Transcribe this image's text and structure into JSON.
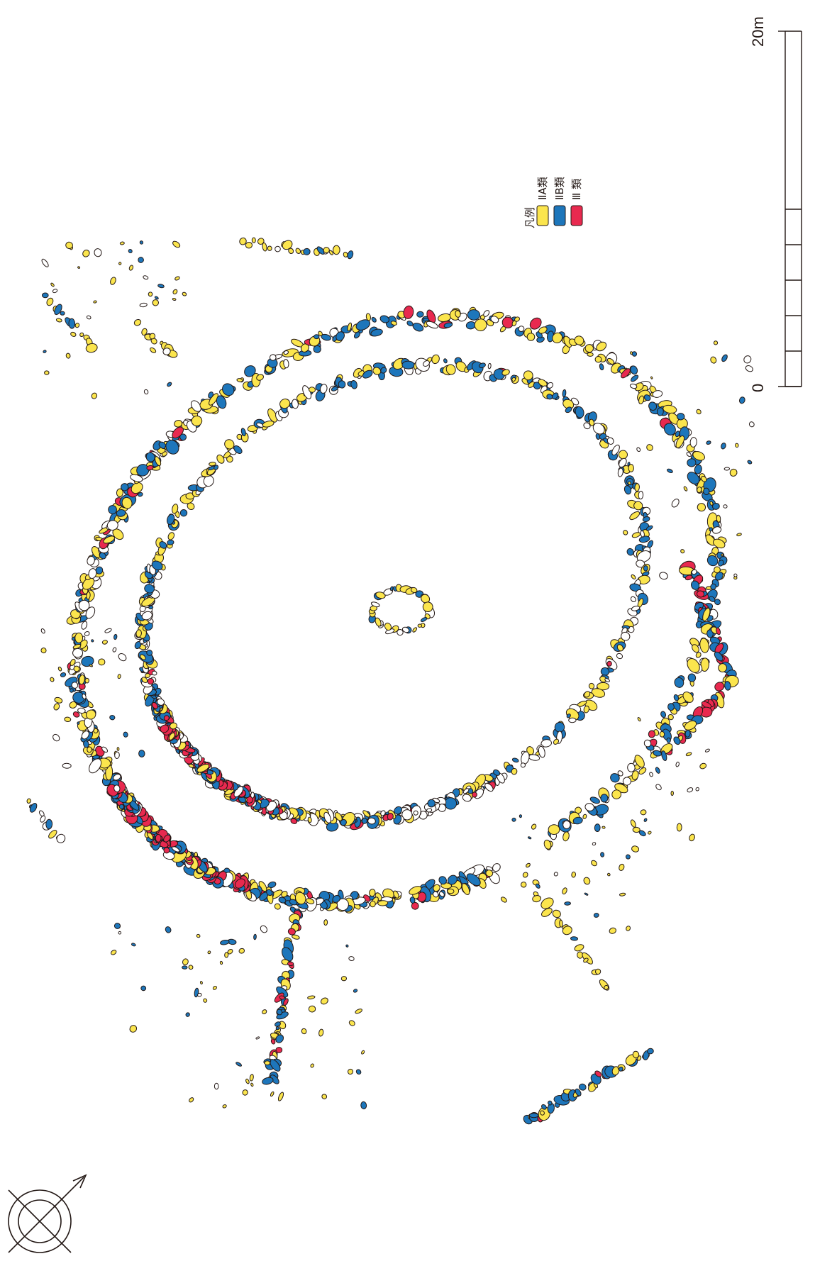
{
  "legend": {
    "title": "凡例",
    "items": [
      {
        "label": "ⅡA類",
        "color": "#fbe54d"
      },
      {
        "label": "ⅡB類",
        "color": "#1d76bb"
      },
      {
        "label": "Ⅲ 類",
        "color": "#e8294f"
      }
    ]
  },
  "scale_bar": {
    "zero_label": "0",
    "end_label": "20m"
  },
  "colors": {
    "unclassified": "#ffffff",
    "outline": "#231815"
  },
  "north_arrow": {
    "icon": "north-arrow-compass-icon"
  }
}
